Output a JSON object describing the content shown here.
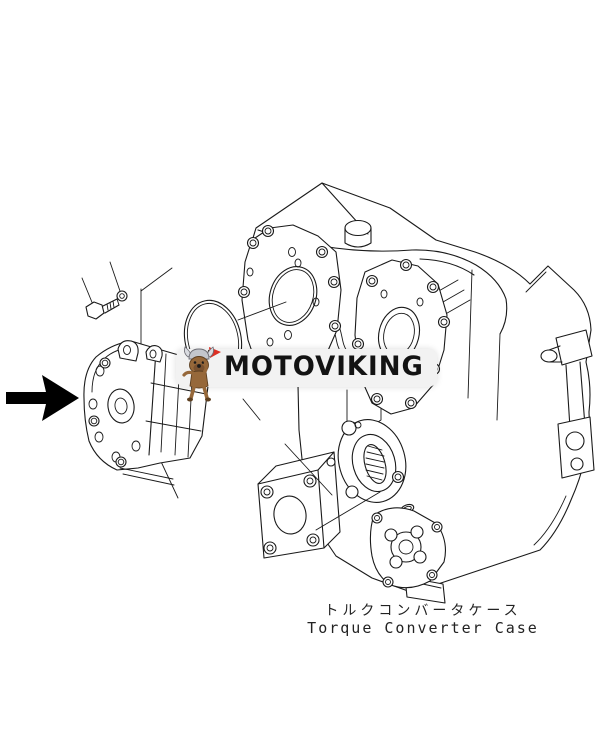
{
  "page": {
    "background_color": "#ffffff",
    "line_color": "#1a1a1a"
  },
  "watermark": {
    "text": "MOTOVIKING",
    "band_color": "#f2f2f2",
    "text_color": "#131313",
    "mascot_colors": {
      "body": "#96683a",
      "helmet": "#c3c6cc",
      "flag": "#dc2f23"
    }
  },
  "indicator_arrow": {
    "color": "#000000",
    "direction": "right"
  },
  "caption": {
    "japanese": "トルクコンバータケース",
    "english": "Torque Converter Case"
  }
}
